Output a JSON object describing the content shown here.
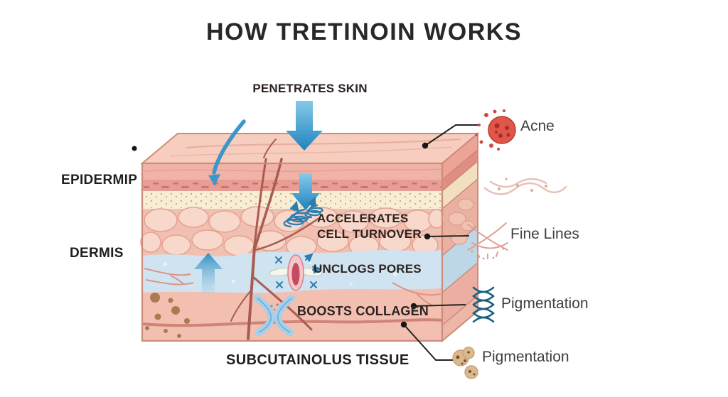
{
  "title": "HOW TRETINOIN WORKS",
  "annotations": {
    "penetrates": "PENETRATES SKIN",
    "accelerates_line1": "ACCELERATES",
    "accelerates_line2": "CELL TURNOVER",
    "unclogs": "UNCLOGS PORES",
    "boosts": "BOOSTS COLLAGEN"
  },
  "layers": {
    "epidermis": "EPIDERMIP",
    "dermis": "DERMIS",
    "subcutaneous": "SUBCUTAINOLUS TISSUE"
  },
  "legend": {
    "items": [
      {
        "label": "Acne",
        "icon": "acne-icon"
      },
      {
        "label": "Fine Lines",
        "icon": "fine-lines-icon"
      },
      {
        "label": "Pigmentation",
        "icon": "pigment-fibers-icon"
      },
      {
        "label": "Pigmentation",
        "icon": "pigment-spots-icon"
      }
    ],
    "decor_icon": "skin-texture-waves-icon"
  },
  "colors": {
    "arrow_blue_dark": "#1f84bd",
    "arrow_blue_light": "#86c9ea",
    "skin_top": "#f6cdbe",
    "epidermis_band": "#f1b3a6",
    "cream_layer": "#f8eed6",
    "cell_layer": "#f1c0b2",
    "dermis_blue": "#cfe3f0",
    "subcutis": "#f2bfb0",
    "acne_red": "#dd5449",
    "fine_lines_pink": "#dfa091",
    "fiber_teal": "#1d607e",
    "pigment_tan": "#dcb88f",
    "title_text": "#28282c",
    "legend_text": "#3e3e42"
  }
}
